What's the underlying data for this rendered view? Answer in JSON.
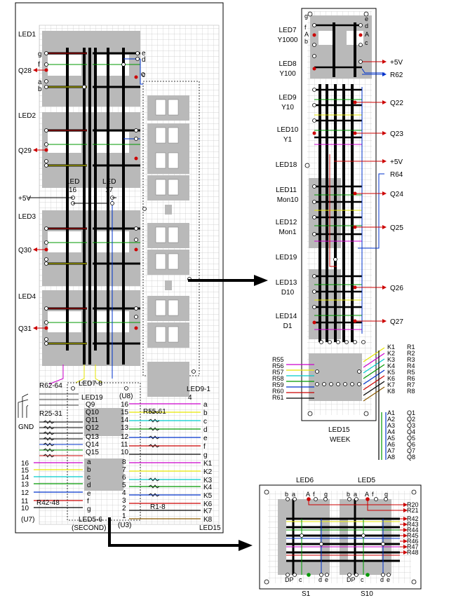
{
  "main_board": {
    "led_labels": [
      "LED1",
      "LED2",
      "LED3",
      "LED4"
    ],
    "q_labels": [
      "Q28",
      "Q29",
      "Q30",
      "Q31"
    ],
    "seg_labels_left": [
      "g",
      "f",
      "a",
      "b"
    ],
    "seg_labels_right": [
      "e",
      "d",
      "c"
    ],
    "led16": "LED\n16",
    "led17": "LED\n17",
    "plus5v": "+5V",
    "r62_64": "R62-64",
    "led7_8": "LED7-8",
    "u8": "(U8)",
    "led9_1": "LED9-1",
    "four": "4",
    "led19": "LED19",
    "gnd": "GND",
    "r25_31": "R25-31",
    "q_list": [
      "Q9",
      "Q10",
      "Q11",
      "Q12",
      "Q13",
      "Q14",
      "Q15"
    ],
    "r55_61": "R55-61",
    "left_pins": [
      "16",
      "15",
      "14",
      "13",
      "12",
      "11",
      "10"
    ],
    "mid_pins_top": [
      "16",
      "15",
      "14",
      "13",
      "12",
      "11",
      "10"
    ],
    "mid_letters": [
      "a",
      "b",
      "c",
      "d",
      "e",
      "f",
      "g"
    ],
    "mid_pins_bottom": [
      "8",
      "7",
      "6",
      "5",
      "4",
      "3",
      "2",
      "1",
      "11",
      "12",
      "13"
    ],
    "k_list": [
      "K1",
      "K2",
      "K3",
      "K4",
      "K5",
      "K6",
      "K7",
      "K8"
    ],
    "right_letters": [
      "a",
      "b",
      "c",
      "d",
      "e",
      "f",
      "g"
    ],
    "r42_48": "R42-48",
    "u7": "(U7)",
    "led5_6": "LED5-6",
    "second": "(SECOND)",
    "u3": "(U3)",
    "r1_8": "R1-8",
    "led15": "LED15"
  },
  "right_board": {
    "led_labels": [
      {
        "a": "LED7",
        "b": "Y1000"
      },
      {
        "a": "LED8",
        "b": "Y100"
      },
      {
        "a": "LED9",
        "b": "Y10"
      },
      {
        "a": "LED10",
        "b": "Y1"
      },
      {
        "a": "LED18",
        "b": ""
      },
      {
        "a": "LED11",
        "b": "Mon10"
      },
      {
        "a": "LED12",
        "b": "Mon1"
      },
      {
        "a": "LED19",
        "b": ""
      },
      {
        "a": "LED13",
        "b": "D10"
      },
      {
        "a": "LED14",
        "b": "D1"
      }
    ],
    "seg_left": [
      "g",
      "f",
      "A",
      "b"
    ],
    "seg_right": [
      "e",
      "d",
      "A",
      "c"
    ],
    "right_signals": [
      "+5V",
      "R62",
      "Q22",
      "Q23",
      "+5V",
      "R64",
      "Q24",
      "Q25",
      "Q26",
      "Q27"
    ],
    "k_list": [
      "K1",
      "K2",
      "K3",
      "K4",
      "K5",
      "K6",
      "K7",
      "K8"
    ],
    "r_list": [
      "R1",
      "R2",
      "R3",
      "R4",
      "R5",
      "R6",
      "R7",
      "R8"
    ],
    "r55_list": [
      "R55",
      "R56",
      "R57",
      "R58",
      "R59",
      "R60",
      "R61"
    ],
    "a_list": [
      "A1",
      "A2",
      "A3",
      "A4",
      "A5",
      "A6",
      "A7",
      "A8"
    ],
    "q_list": [
      "Q1",
      "Q2",
      "Q3",
      "Q4",
      "Q5",
      "Q6",
      "Q7",
      "Q8"
    ],
    "caption1": "LED15",
    "caption2": "WEEK"
  },
  "bottom_board": {
    "led6": "LED6",
    "led5": "LED5",
    "top_pins_1": [
      "b",
      "a",
      "A",
      "f",
      "g"
    ],
    "top_pins_2": [
      "b",
      "a",
      "A",
      "f",
      "g"
    ],
    "r_list": [
      "R20",
      "R21",
      "R42",
      "R43",
      "R44",
      "R45",
      "R46",
      "R47",
      "R48"
    ],
    "bottom_pins_1": [
      "DP",
      "c",
      "d",
      "e"
    ],
    "bottom_pins_2": [
      "DP",
      "c",
      "d",
      "e"
    ],
    "s1": "S1",
    "s10": "S10"
  },
  "colors": {
    "grid": "#c8c8c8",
    "block": "#b9b9b9",
    "red": "#cc0000",
    "blue": "#0033cc",
    "green": "#009900",
    "yellow": "#e6e600",
    "cyan": "#00cccc",
    "magenta": "#cc00cc",
    "brown": "#8b5a00",
    "olive": "#808000"
  }
}
